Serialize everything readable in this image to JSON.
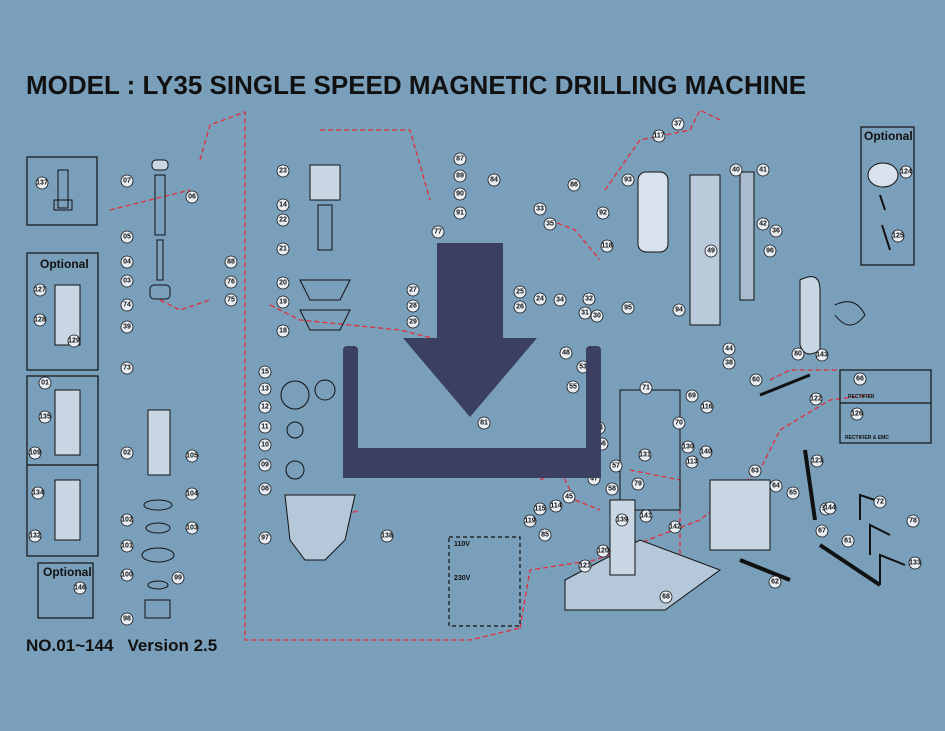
{
  "title": "MODEL : LY35 SINGLE SPEED MAGNETIC DRILLING MACHINE",
  "footer": {
    "range": "NO.01~144",
    "version": "Version 2.5"
  },
  "optional_labels": [
    "Optional",
    "Optional",
    "Optional"
  ],
  "voltage_labels": [
    "110V",
    "230V"
  ],
  "small_labels": [
    "RECTIFIER",
    "RECTIFIER & EMC"
  ],
  "download_icon": "download-arrow-icon",
  "colors": {
    "background": "#7a9fbb",
    "dashed_lines": "#e0303a",
    "icon": "#3b4060",
    "ink": "#111111"
  },
  "part_numbers": [
    "137",
    "07",
    "06",
    "05",
    "04",
    "03",
    "88",
    "76",
    "75",
    "74",
    "73",
    "39",
    "127",
    "128",
    "129",
    "01",
    "135",
    "109",
    "02",
    "105",
    "104",
    "103",
    "134",
    "132",
    "102",
    "101",
    "100",
    "99",
    "98",
    "146",
    "23",
    "14",
    "22",
    "21",
    "20",
    "19",
    "18",
    "15",
    "13",
    "12",
    "11",
    "10",
    "09",
    "08",
    "97",
    "77",
    "27",
    "28",
    "29",
    "25",
    "26",
    "24",
    "34",
    "32",
    "31",
    "30",
    "35",
    "33",
    "86",
    "118",
    "115",
    "119",
    "85",
    "84",
    "87",
    "89",
    "90",
    "91",
    "92",
    "93",
    "117",
    "42",
    "40",
    "41",
    "37",
    "36",
    "49",
    "96",
    "95",
    "94",
    "44",
    "38",
    "81",
    "80",
    "60",
    "70",
    "116",
    "69",
    "71",
    "45",
    "46",
    "47",
    "48",
    "53",
    "55",
    "54",
    "56",
    "57",
    "58",
    "59",
    "61",
    "62",
    "63",
    "64",
    "65",
    "66",
    "67",
    "68",
    "72",
    "78",
    "79",
    "113",
    "114",
    "120",
    "121",
    "122",
    "123",
    "124",
    "125",
    "126",
    "130",
    "131",
    "133",
    "138",
    "139",
    "140",
    "141",
    "142",
    "143",
    "144"
  ]
}
